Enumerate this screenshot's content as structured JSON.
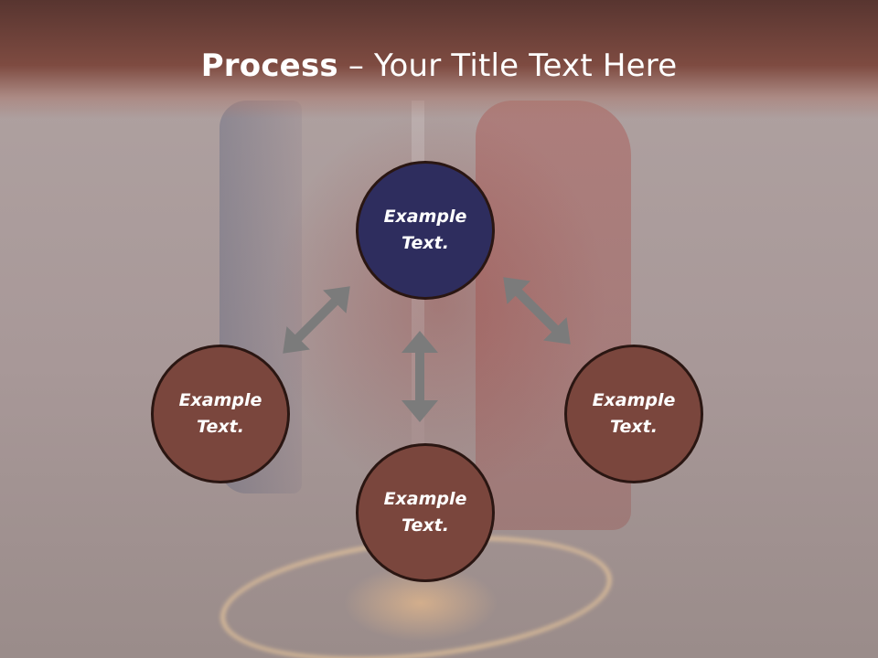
{
  "slide": {
    "title_bold": "Process",
    "title_rest": " – Your Title Text Here"
  },
  "nodes": {
    "top": {
      "label": "Example Text."
    },
    "left": {
      "label": "Example Text."
    },
    "right": {
      "label": "Example Text."
    },
    "bottom": {
      "label": "Example Text."
    }
  },
  "colors": {
    "header": "#7e4b41",
    "node_primary": "#2e2d5e",
    "node_secondary": "#7a463d",
    "arrow": "#7b7b7b"
  }
}
